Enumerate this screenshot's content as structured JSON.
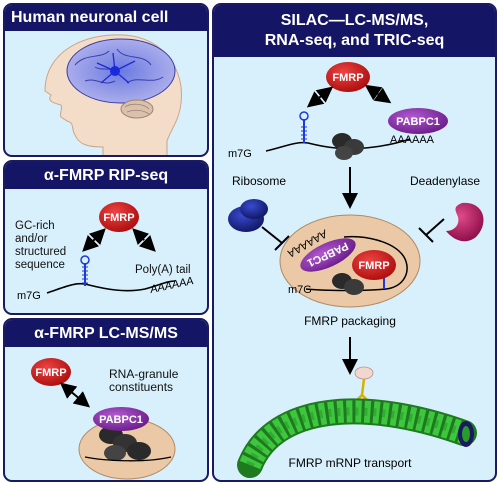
{
  "panels": {
    "human": {
      "title": "Human neuronal cell"
    },
    "rip": {
      "title": "α-FMRP RIP-seq"
    },
    "lcms": {
      "title": "α-FMRP LC-MS/MS"
    },
    "silac": {
      "title_line1": "SILAC—LC-MS/MS,",
      "title_line2": "RNA-seq, and TRIC-seq"
    }
  },
  "rip_labels": {
    "gc_rich": [
      "GC-rich",
      "and/or",
      "structured",
      "sequence"
    ],
    "polya_tail": "Poly(A) tail",
    "cap": "m7G",
    "tail_seq": "AAAAAA",
    "fmrp": "FMRP"
  },
  "lcms_labels": {
    "fmrp": "FMRP",
    "constituents": [
      "RNA-granule",
      "constituents"
    ],
    "pabpc1": "PABPC1"
  },
  "silac_labels": {
    "fmrp_top": "FMRP",
    "pabpc1_top": "PABPC1",
    "tail_top": "AAAAAA",
    "cap_top": "m7G",
    "ribosome": "Ribosome",
    "deadenylase": "Deadenylase",
    "fmrp_mid": "FMRP",
    "pabpc1_mid": "PABPC1",
    "tail_mid": "AAAAAA",
    "cap_mid": "m7G",
    "packaging": "FMRP packaging",
    "transport": "FMRP mRNP transport"
  },
  "colors": {
    "header_bg": "#151565",
    "panel_bg": "#d8f0fb",
    "fmrp": "#cc1616",
    "pabpc1": "#7a2595",
    "ribosome_dark": "#222222",
    "inhibitor_ribosome": "#16207a",
    "deadenylase": "#b0175f",
    "granule": "#ecc9a6",
    "microtubule": "#3fc63f"
  }
}
